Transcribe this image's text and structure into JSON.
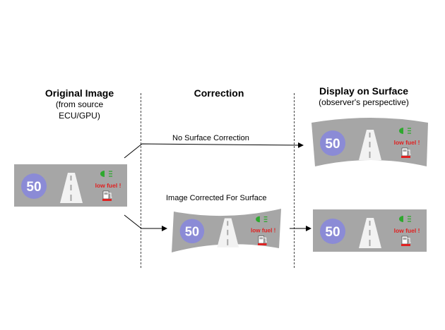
{
  "headers": {
    "original": {
      "title": "Original Image",
      "subtitle": [
        "(from source",
        "ECU/GPU)"
      ]
    },
    "correction": {
      "title": "Correction"
    },
    "display": {
      "title": "Display on Surface",
      "subtitle": [
        "(observer's perspective)"
      ]
    }
  },
  "arrows": {
    "no_correction": "No Surface Correction",
    "corrected": "Image Corrected For Surface"
  },
  "hud": {
    "speed": "50",
    "warning": "low fuel !",
    "panel_color": "#a6a6a6",
    "badge_color": "#8b8bd6",
    "road_color": "#f2f2f2",
    "warning_color": "#e02020",
    "indicator_color": "#2ea82e",
    "icons": [
      "road-icon",
      "fuel-pump-icon",
      "headlight-indicator-icon"
    ]
  }
}
